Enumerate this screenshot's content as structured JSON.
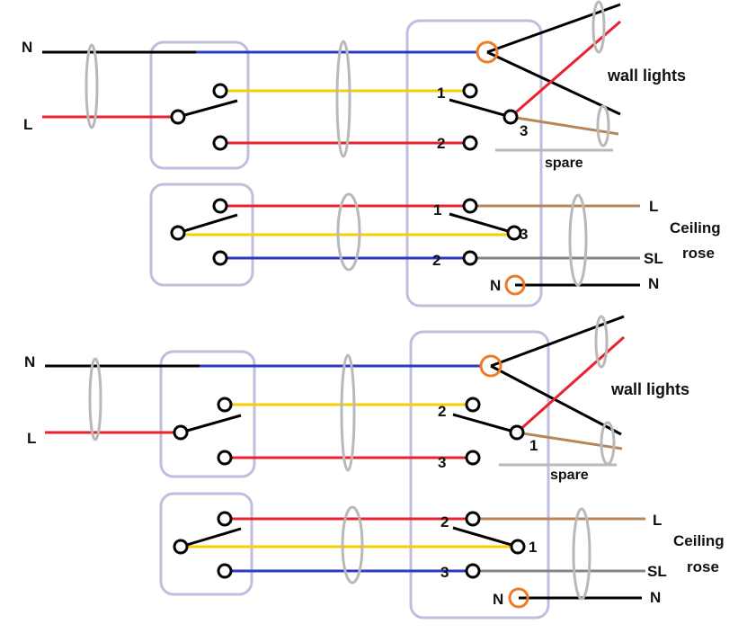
{
  "colors": {
    "neutral_black": "#000000",
    "live_red": "#e8232e",
    "blue": "#2c39c4",
    "yellow": "#f7cf00",
    "brown": "#b88558",
    "grey": "#858585",
    "sleeve": "#b9b9b9",
    "box": "#c2bddf",
    "junction": "#f07b22"
  },
  "diagram_top": {
    "supply_neutral": "N",
    "supply_live": "L",
    "terminal_1a": "1",
    "terminal_2a": "2",
    "terminal_3a": "3",
    "terminal_1b": "1",
    "terminal_2b": "2",
    "terminal_3b": "3",
    "wall_lights": "wall lights",
    "spare": "spare",
    "out_live": "L",
    "out_switched_live": "SL",
    "out_neutral": "N",
    "neutral_terminal": "N",
    "ceiling_rose_line1": "Ceiling",
    "ceiling_rose_line2": "rose"
  },
  "diagram_bottom": {
    "supply_neutral": "N",
    "supply_live": "L",
    "terminal_2a": "2",
    "terminal_3a": "3",
    "terminal_1a": "1",
    "terminal_2b": "2",
    "terminal_3b": "3",
    "terminal_1b": "1",
    "wall_lights": "wall lights",
    "spare": "spare",
    "out_live": "L",
    "out_switched_live": "SL",
    "out_neutral": "N",
    "neutral_terminal": "N",
    "ceiling_rose_line1": "Ceiling",
    "ceiling_rose_line2": "rose"
  }
}
